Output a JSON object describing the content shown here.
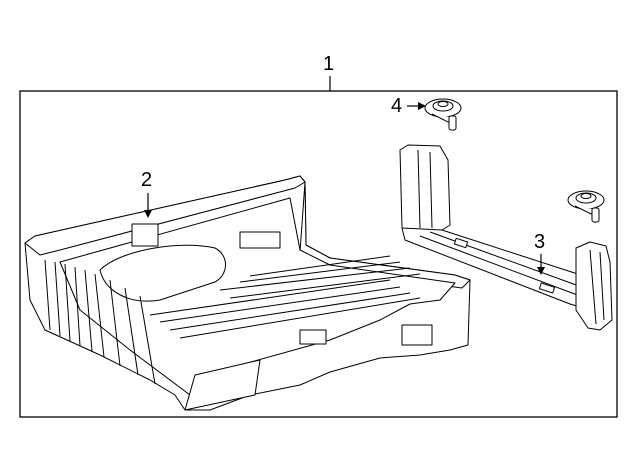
{
  "diagram": {
    "callouts": [
      {
        "id": "1",
        "label": "1"
      },
      {
        "id": "2",
        "label": "2"
      },
      {
        "id": "3",
        "label": "3"
      },
      {
        "id": "4",
        "label": "4"
      }
    ],
    "parts": [
      {
        "callout": "1",
        "part": "pickup-box-assembly"
      },
      {
        "callout": "2",
        "part": "pickup-bed"
      },
      {
        "callout": "3",
        "part": "front-bed-crossmember-panel"
      },
      {
        "callout": "4",
        "part": "tie-down-anchor-pair"
      }
    ],
    "colors": {
      "line": "#000000",
      "background": "#ffffff"
    }
  }
}
